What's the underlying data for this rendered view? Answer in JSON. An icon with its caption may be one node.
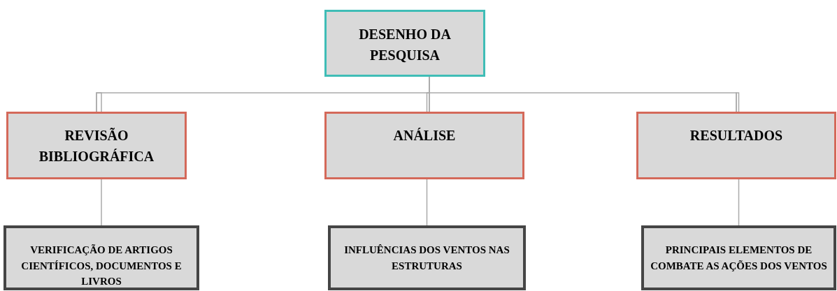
{
  "diagram": {
    "nodes": [
      {
        "text": [
          "DESENHO DA PESQUISA"
        ]
      },
      {
        "text": [
          "REVISÃO BIBLIOGRÁFICA"
        ]
      },
      {
        "text": [
          "ANÁLISE"
        ]
      },
      {
        "text": [
          "RESULTADOS"
        ]
      },
      {
        "text": [
          "VERIFICAÇÃO DE ARTIGOS CIENTÍFICOS, DOCUMENTOS E LIVROS"
        ]
      },
      {
        "text": [
          "INFLUÊNCIAS DOS VENTOS NAS ESTRUTURAS"
        ]
      },
      {
        "text": [
          "PRINCIPAIS ELEMENTOS DE COMBATE AS AÇÕES DOS VENTOS"
        ]
      }
    ],
    "edges": [
      {
        "from": 0,
        "to": 1,
        "arrow": "none"
      },
      {
        "from": 0,
        "to": 2,
        "arrow": "none"
      },
      {
        "from": 0,
        "to": 3,
        "arrow": "none"
      },
      {
        "from": 1,
        "to": 4,
        "arrow": "none"
      },
      {
        "from": 2,
        "to": 5,
        "arrow": "none"
      },
      {
        "from": 3,
        "to": 6,
        "arrow": "none"
      }
    ]
  }
}
